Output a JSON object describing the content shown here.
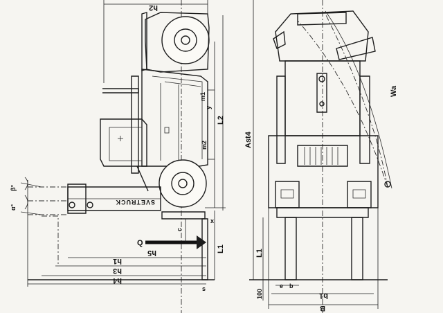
{
  "labels": {
    "h2": "h2",
    "m1": "m1",
    "y": "y",
    "L2": "L2",
    "m2": "m2",
    "x": "x",
    "c": "c",
    "Q": "Q",
    "L1": "L1",
    "h5": "h5",
    "h1": "h1",
    "h3": "h3",
    "h4": "h4",
    "s": "s",
    "alpha": "α°",
    "beta": "β°",
    "Ast4": "Ast4",
    "Wa": "Wa",
    "L1_front": "L1",
    "e": "e",
    "b": "b",
    "b1": "b1",
    "B": "B",
    "hundred": "100"
  },
  "brand": "SVETRUCK",
  "colors": {
    "ink": "#1c1c1c",
    "paper": "#f6f5f1"
  }
}
